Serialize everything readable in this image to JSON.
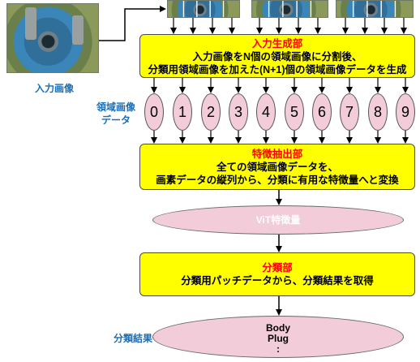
{
  "labels": {
    "input_image": "入力画像",
    "region_data": [
      "領域画像",
      "データ"
    ],
    "classification_result": "分類結果"
  },
  "input_box": {
    "title": "入力生成部",
    "lines": [
      "入力画像をN個の領域画像に分割後、",
      "分類用領域画像を加えた(N+1)個の領域画像データを生成"
    ]
  },
  "region_numbers": [
    "0",
    "1",
    "2",
    "3",
    "4",
    "5",
    "6",
    "7",
    "8",
    "9"
  ],
  "feature_box": {
    "title": "特徴抽出部",
    "lines": [
      "全ての領域画像データを、",
      "画素データの縦列から、分類に有用な特徴量へと変換"
    ]
  },
  "vit_feature": "ViT特徴量",
  "classifier_box": {
    "title": "分類部",
    "line": "分類用パッチデータから、分類結果を取得"
  },
  "result": {
    "lines": [
      "Body",
      "Plug",
      ":"
    ]
  },
  "colors": {
    "box_fill": "#ffff00",
    "title_red": "#ff0000",
    "ellipse_pink": "#f2ccd8",
    "label_blue": "#1a6fb8"
  }
}
